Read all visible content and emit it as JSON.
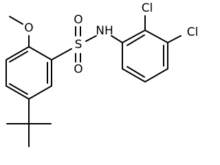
{
  "molecule": {
    "atoms": {
      "methoxy_o": "O",
      "sulfonyl_s": "S",
      "sulfonyl_o_top": "O",
      "sulfonyl_o_bottom": "O",
      "amide_nh": "NH",
      "chlorine_top": "Cl",
      "chlorine_right": "Cl"
    }
  }
}
